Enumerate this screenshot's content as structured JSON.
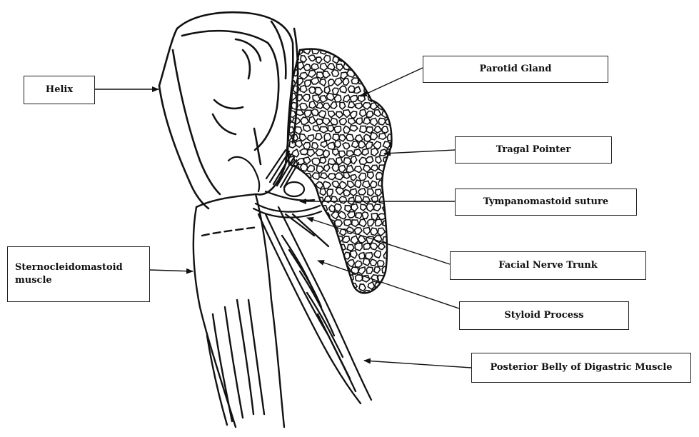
{
  "labels": {
    "helix": "Helix",
    "parotid_gland": "Parotid Gland",
    "tragal_pointer": "Tragal Pointer",
    "tympanomastoid_suture": "Tympanomastoid suture",
    "sternocleidomastoid": "Sternocleidomastoid muscle",
    "facial_nerve_trunk": "Facial Nerve Trunk",
    "styloid_process": "Styloid Process",
    "posterior_belly_digastric": "Posterior Belly of Digastric Muscle"
  },
  "colors": {
    "ink": "#111111",
    "background": "#ffffff",
    "gland_fill": "#ffffff"
  }
}
